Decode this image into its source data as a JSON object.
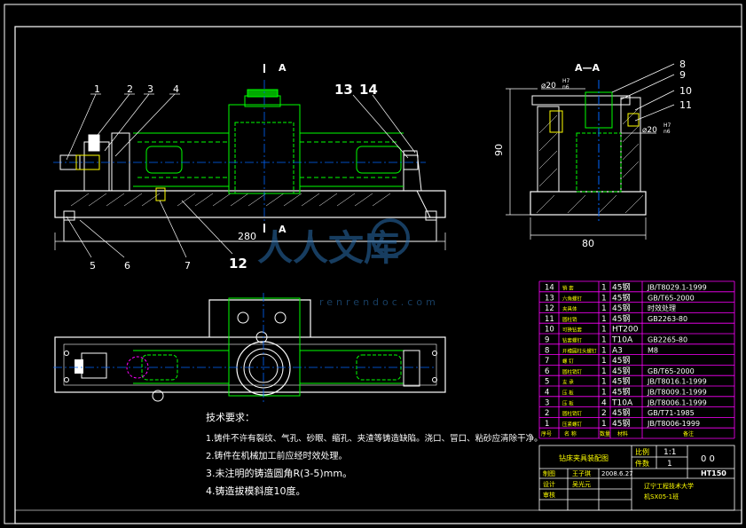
{
  "colors": {
    "background": "#000000",
    "frame": "#ffffff",
    "part": "#00ff00",
    "center": "#0066ff",
    "hidden": "#ff00ff",
    "bolt": "#ffff00",
    "table": "#ff00ff"
  },
  "section_marks": {
    "aa_top": "A",
    "aa_bottom": "A",
    "section_title": "A—A"
  },
  "dims": {
    "len_280": "280",
    "w_80": "80",
    "h_90": "90",
    "d20_left": "⌀20",
    "d20_left_fit": "H7",
    "d20_left_fit2": "n6",
    "d20_right": "⌀20",
    "d20_right_fit": "H7",
    "d20_right_fit2": "n6"
  },
  "callouts": {
    "c1": "1",
    "c2": "2",
    "c3": "3",
    "c4": "4",
    "c5": "5",
    "c6": "6",
    "c7": "7",
    "c12": "12",
    "c13": "13",
    "c14": "14",
    "c8": "8",
    "c9": "9",
    "c10": "10",
    "c11": "11"
  },
  "notes": {
    "heading": "技术要求：",
    "n1": "1.铸件不许有裂纹、气孔、砂眼、缩孔、夹渣等铸造缺陷。浇口、冒口、粘砂应清除干净。",
    "n2": "2.铸件在机械加工前应经时效处理。",
    "n3": "3.未注明的铸造圆角R(3-5)mm。",
    "n4": "4.铸造拔模斜度10度。"
  },
  "watermark": {
    "brand": "人人文库",
    "url": "renrendoc.com"
  },
  "bom": [
    {
      "no": "14",
      "name": "销  套",
      "qty": "1",
      "mat": "45钢",
      "std": "JB/T8029.1-1999"
    },
    {
      "no": "13",
      "name": "六角螺钉",
      "qty": "1",
      "mat": "45钢",
      "std": "GB/T65-2000"
    },
    {
      "no": "12",
      "name": "夹具体",
      "qty": "1",
      "mat": "45钢",
      "std": "时效处理"
    },
    {
      "no": "11",
      "name": "圆柱销",
      "qty": "1",
      "mat": "45钢",
      "std": "GB2263-80"
    },
    {
      "no": "10",
      "name": "可换钻套",
      "qty": "1",
      "mat": "HT200",
      "std": ""
    },
    {
      "no": "9",
      "name": "钻套螺钉",
      "qty": "1",
      "mat": "T10A",
      "std": "GB2265-80"
    },
    {
      "no": "8",
      "name": "开槽圆柱头螺钉",
      "qty": "1",
      "mat": "A3",
      "std": "M8"
    },
    {
      "no": "7",
      "name": "螺  钉",
      "qty": "1",
      "mat": "45钢",
      "std": ""
    },
    {
      "no": "6",
      "name": "圆柱销钉",
      "qty": "1",
      "mat": "45钢",
      "std": "GB/T65-2000"
    },
    {
      "no": "5",
      "name": "支  承",
      "qty": "1",
      "mat": "45钢",
      "std": "JB/T8016.1-1999"
    },
    {
      "no": "4",
      "name": "压  板",
      "qty": "1",
      "mat": "45钢",
      "std": "JB/T8009.1-1999"
    },
    {
      "no": "3",
      "name": "压  板",
      "qty": "4",
      "mat": "T10A",
      "std": "JB/T8006.1-1999"
    },
    {
      "no": "2",
      "name": "圆柱销钉",
      "qty": "2",
      "mat": "45钢",
      "std": "GB/T71-1985"
    },
    {
      "no": "1",
      "name": "压紧螺钉",
      "qty": "1",
      "mat": "45钢",
      "std": "JB/T8006-1999"
    }
  ],
  "bom_header": {
    "no": "序号",
    "name": "名  称",
    "qty": "数量",
    "mat": "材料",
    "std": "备注"
  },
  "title_block": {
    "drawing_name": "钻床夹具装配图",
    "scale_label": "比例",
    "scale": "1:1",
    "count_label": "件数",
    "count": "1",
    "sheet": "0 0",
    "draw_label": "制图",
    "drawer": "王子琪",
    "date": "2008.6.27",
    "mat": "HT150",
    "design_label": "设计",
    "design": "吴光元",
    "check_label": "审核",
    "school": "辽宁工程技术大学",
    "class": "机SX05-1班"
  }
}
